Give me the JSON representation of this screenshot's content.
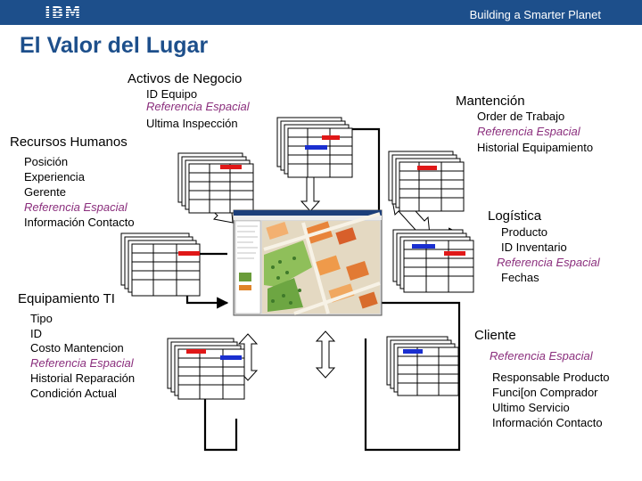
{
  "header": {
    "logo": "IBM",
    "tagline": "Building a Smarter Planet",
    "bar_color": "#1d4f8b"
  },
  "title": "El Valor del Lugar",
  "groups": {
    "activos": {
      "heading": "Activos de Negocio",
      "items": [
        "ID Equipo",
        "Referencia Espacial",
        "Ultima Inspección"
      ]
    },
    "recursos": {
      "heading": "Recursos Humanos",
      "items": [
        "Posición",
        "Experiencia",
        "Gerente",
        "Referencia Espacial",
        "Información Contacto"
      ]
    },
    "equipamiento": {
      "heading": "Equipamiento TI",
      "items": [
        "Tipo",
        "ID",
        "Costo Mantencion",
        "Referencia Espacial",
        "Historial Reparación",
        "Condición Actual"
      ]
    },
    "mantencion": {
      "heading": "Mantención",
      "items": [
        "Order de Trabajo",
        "Referencia Espacial",
        "Historial Equipamiento"
      ]
    },
    "logistica": {
      "heading": "Logística",
      "items": [
        "Producto",
        "ID Inventario",
        "Referencia Espacial",
        "Fechas"
      ]
    },
    "cliente": {
      "heading": "Cliente",
      "items": [
        "Referencia Espacial",
        "Responsable Producto",
        "Funci[on Comprador",
        "Ultimo Servicio",
        "Información Contacto"
      ]
    }
  },
  "colors": {
    "reference": "#8b2f7d",
    "title": "#1d4f8b",
    "marker_red": "#e01818",
    "marker_blue": "#1a2fd0"
  }
}
